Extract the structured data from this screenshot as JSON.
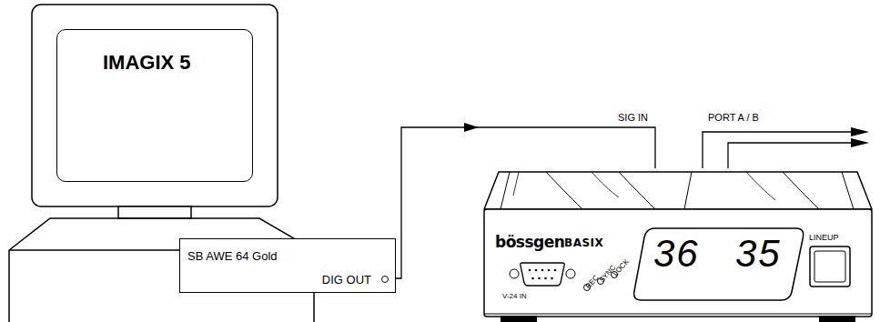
{
  "diagram": {
    "nodes": [
      {
        "text": [
          "IMAGIX 5"
        ]
      },
      {
        "text": [
          "SB AWE 64 Gold",
          "DIG OUT"
        ]
      },
      {
        "text": [
          "bössgen",
          "BASIX"
        ]
      }
    ],
    "edges": [
      {
        "from": 1,
        "to": 2,
        "arrow": "to",
        "label": "SIG IN"
      }
    ],
    "labels": [
      "PORT A / B",
      "V-24 IN",
      "REC",
      "SYNC",
      "LOCK",
      "36",
      "35",
      "LINEUP"
    ]
  }
}
